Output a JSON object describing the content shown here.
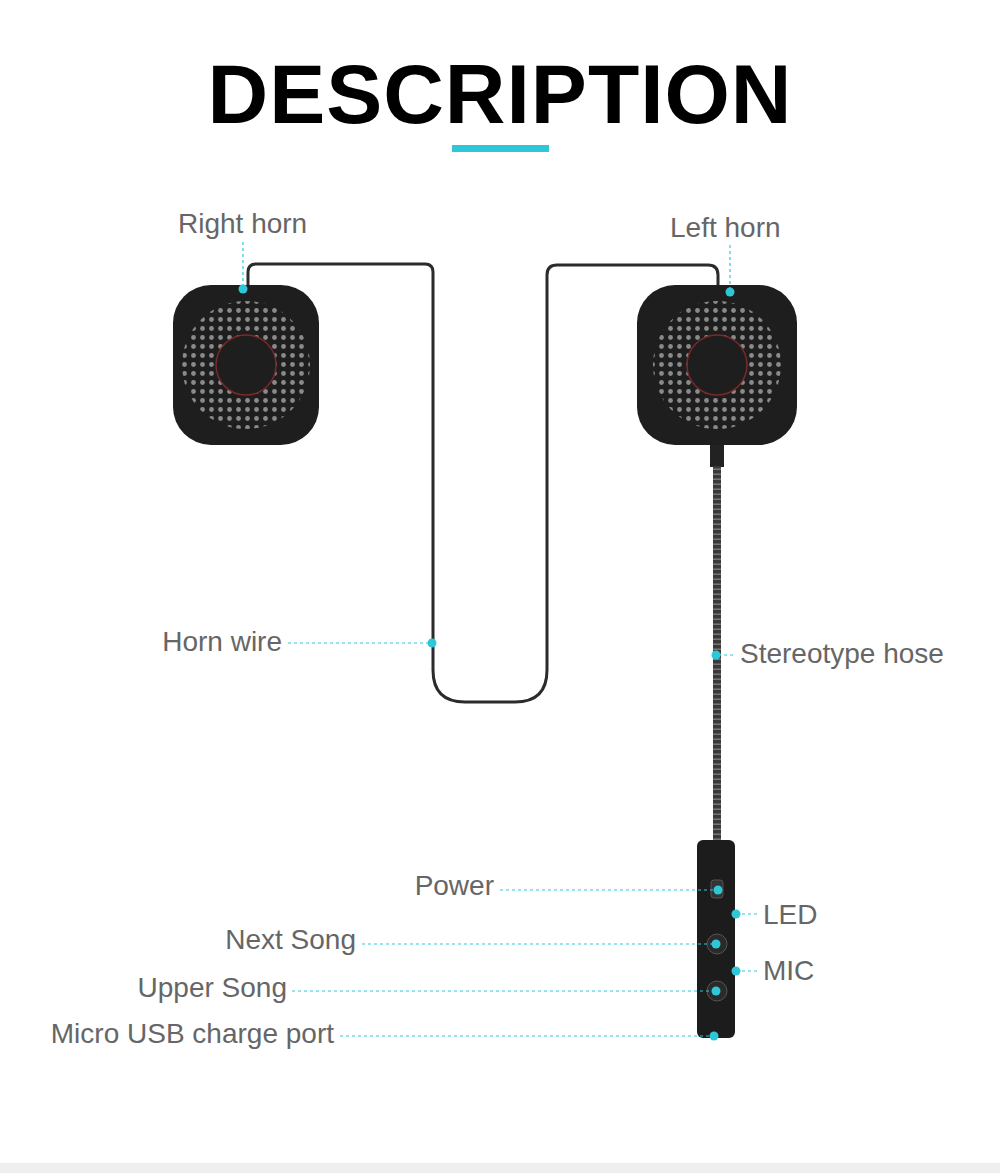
{
  "diagram": {
    "title": "DESCRIPTION",
    "labels": [
      "Right horn",
      "Left horn",
      "Horn wire",
      "Stereotype hose",
      "Power",
      "LED",
      "Next Song",
      "MIC",
      "Upper Song",
      "Micro USB charge port"
    ]
  }
}
